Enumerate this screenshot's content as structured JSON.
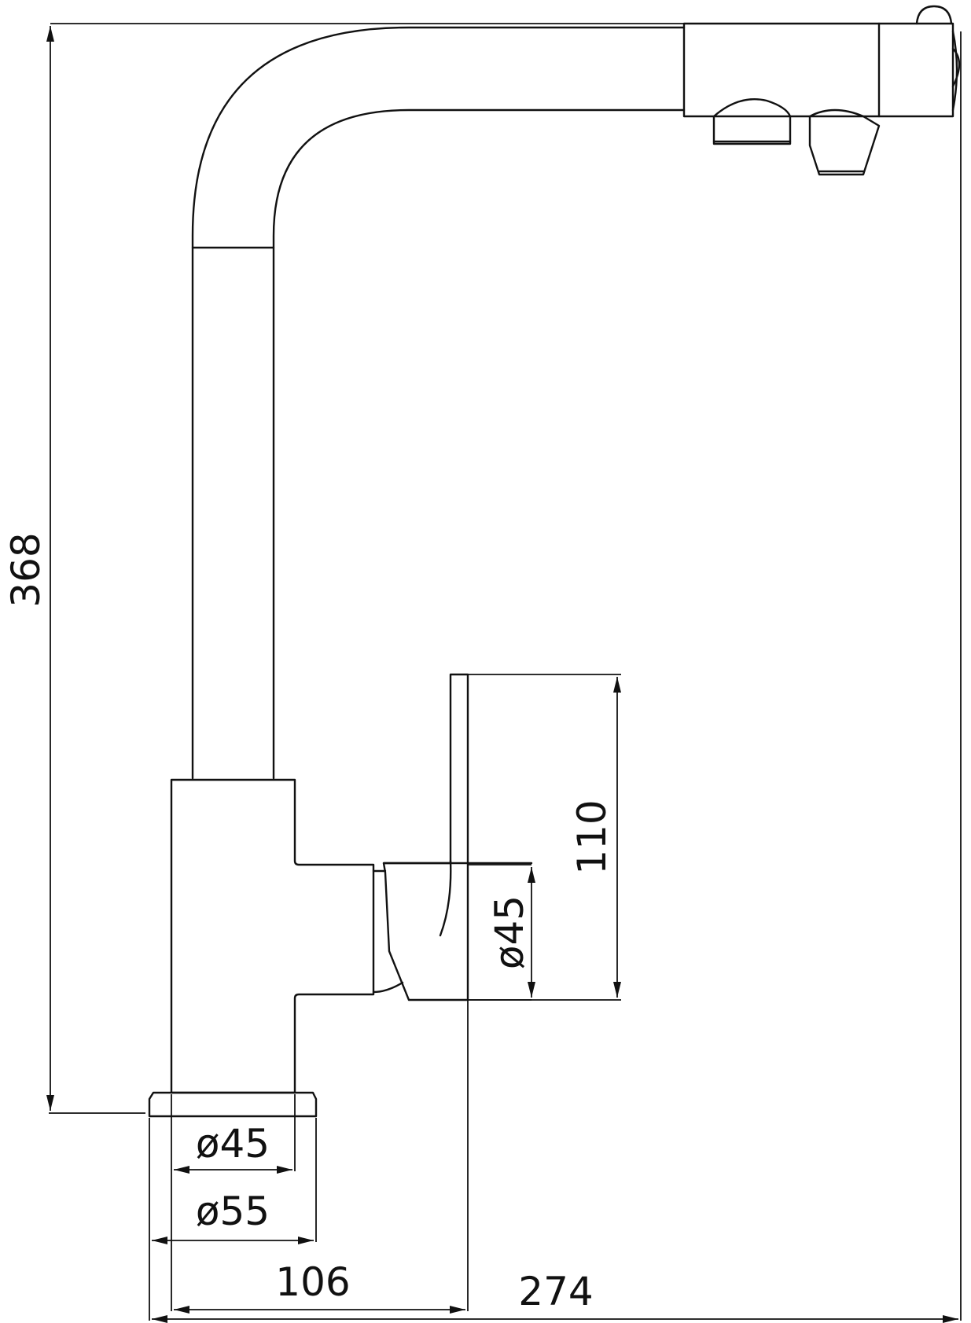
{
  "dimensions": {
    "overall_height": "368",
    "overall_width": "274",
    "spout_reach": "106",
    "lever_height": "110",
    "handle_diameter": "ø45",
    "body_diameter": "ø45",
    "base_diameter": "ø55"
  }
}
